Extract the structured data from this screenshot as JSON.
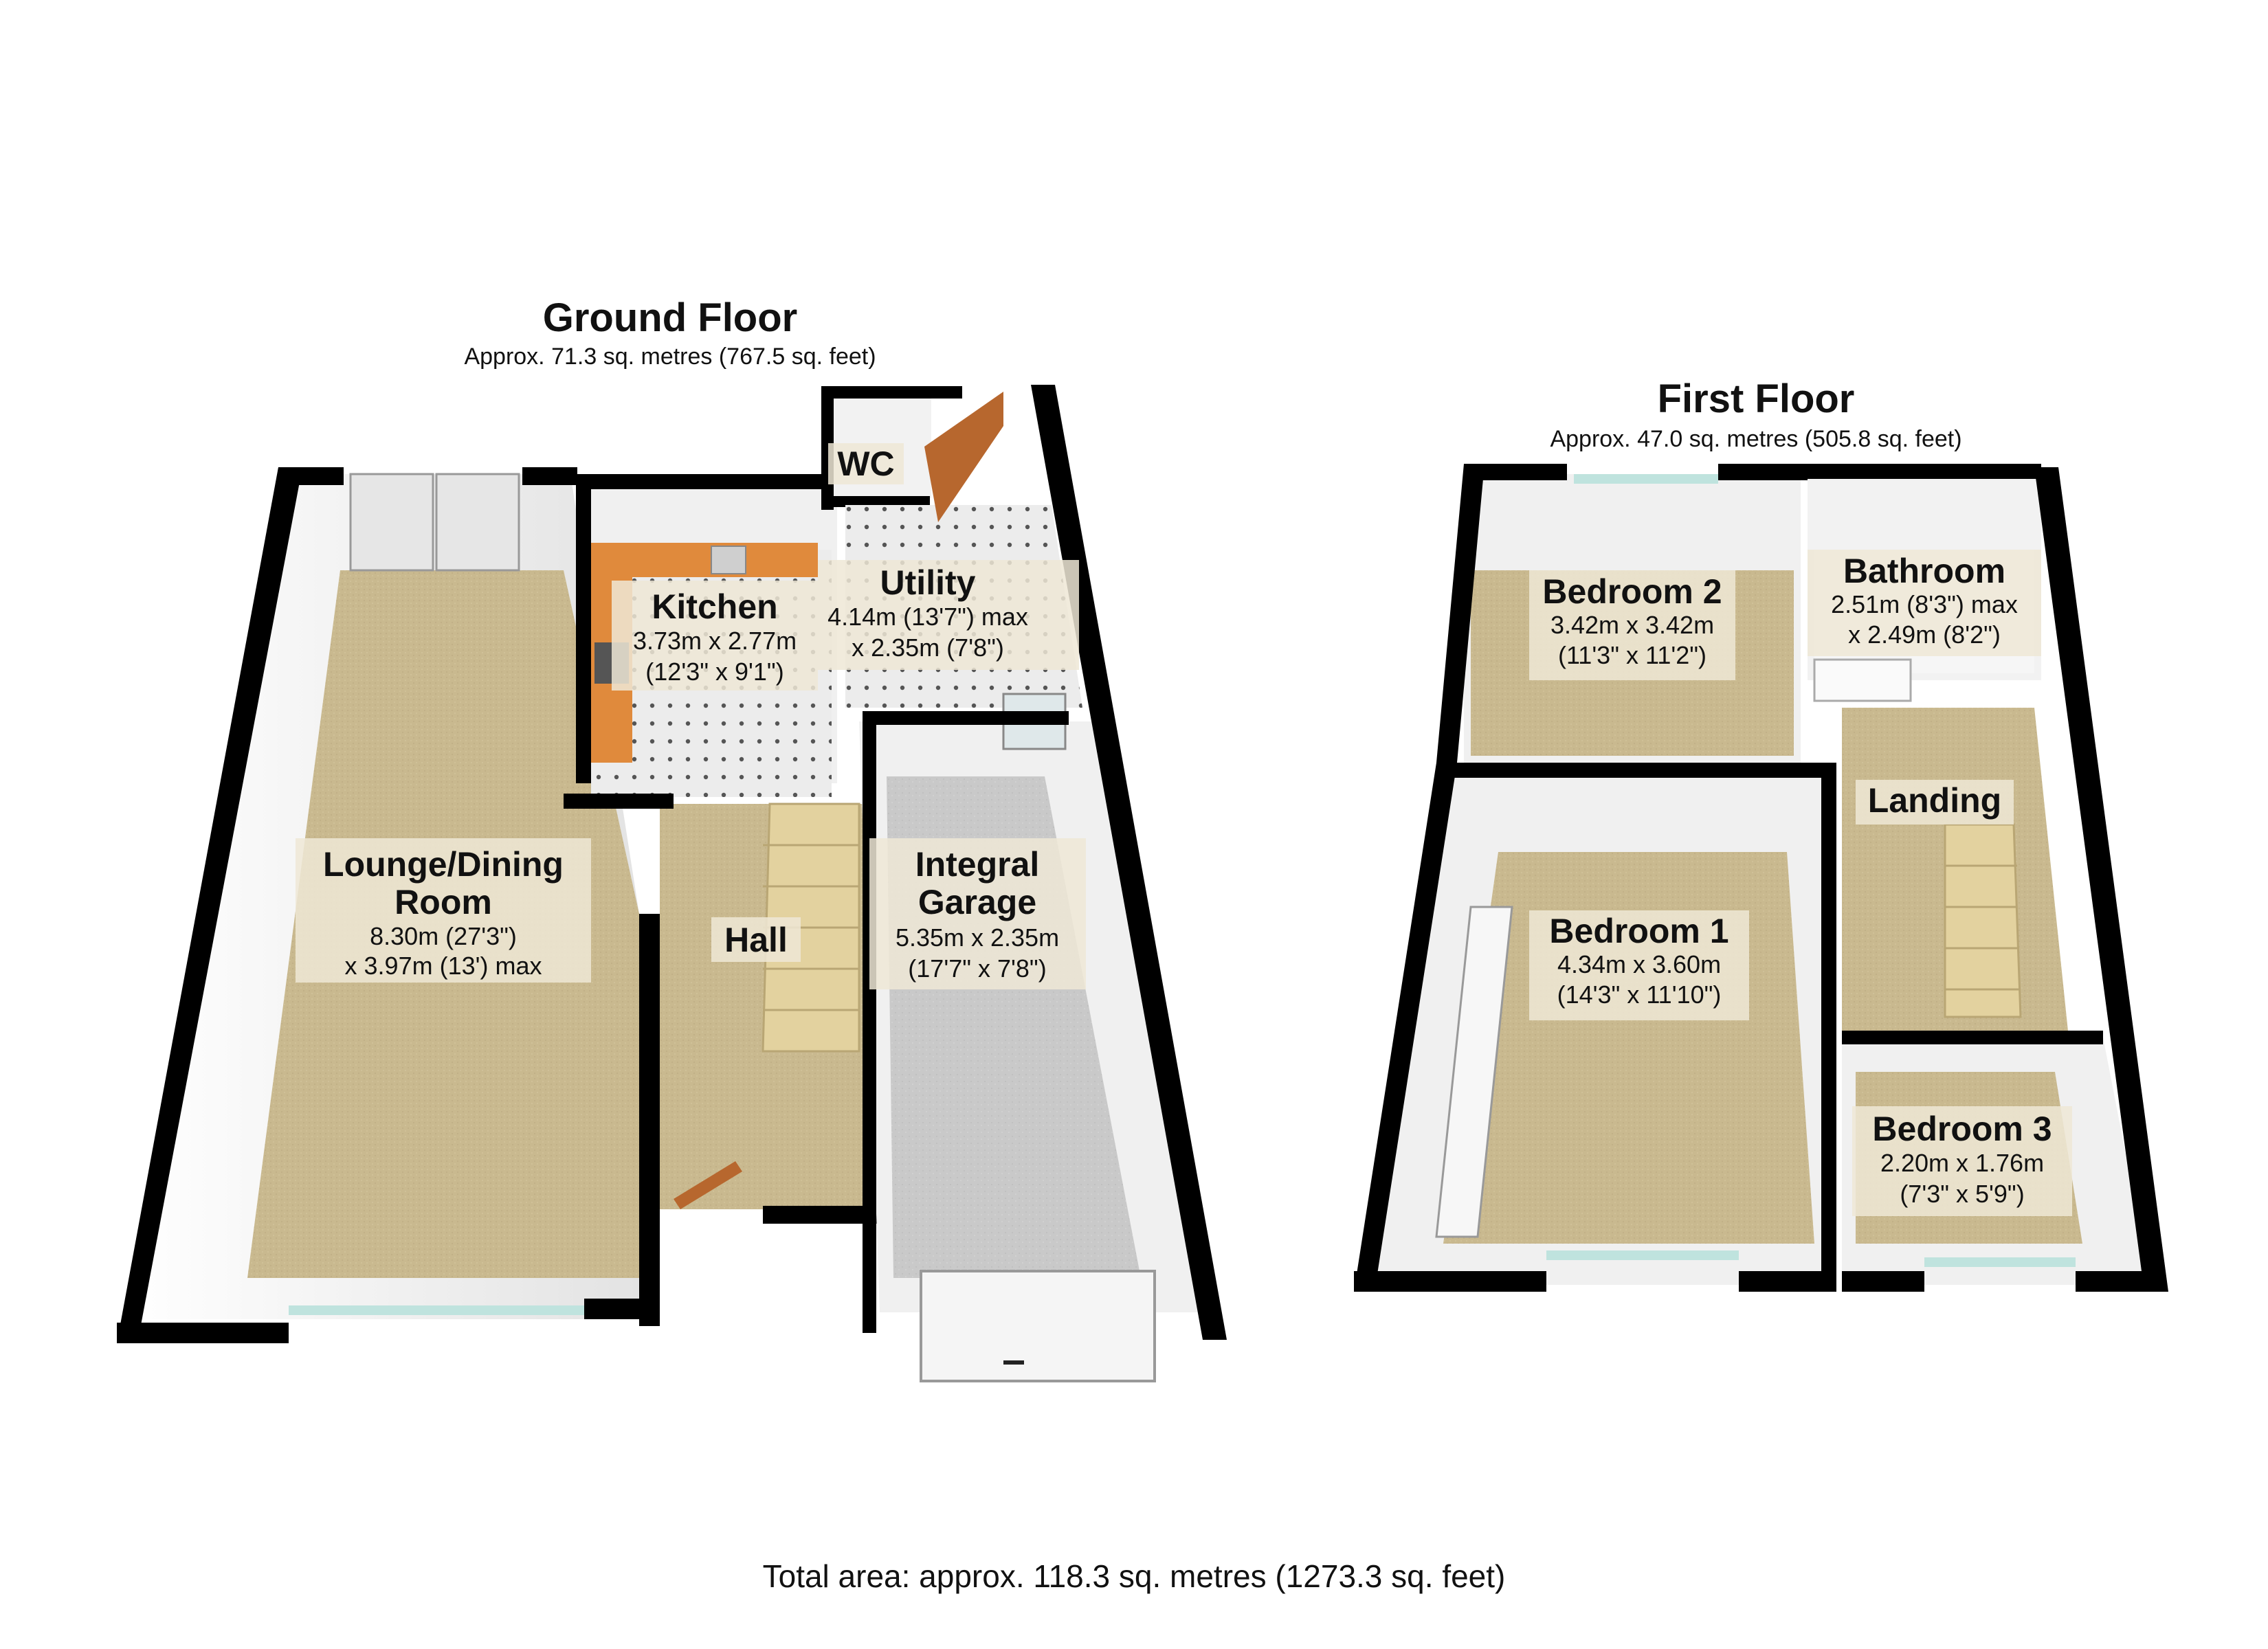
{
  "ground_floor": {
    "title": "Ground Floor",
    "area": "Approx. 71.3 sq. metres (767.5 sq. feet)",
    "rooms": {
      "lounge": {
        "name_line1": "Lounge/Dining",
        "name_line2": "Room",
        "dim1": "8.30m (27'3\")",
        "dim2": "x 3.97m (13') max"
      },
      "kitchen": {
        "name": "Kitchen",
        "dim1": "3.73m x 2.77m",
        "dim2": "(12'3\" x 9'1\")"
      },
      "wc": {
        "name": "WC"
      },
      "utility": {
        "name": "Utility",
        "dim1": "4.14m (13'7\") max",
        "dim2": "x 2.35m (7'8\")"
      },
      "hall": {
        "name": "Hall"
      },
      "garage": {
        "name_line1": "Integral",
        "name_line2": "Garage",
        "dim1": "5.35m x 2.35m",
        "dim2": "(17'7\" x 7'8\")"
      }
    }
  },
  "first_floor": {
    "title": "First Floor",
    "area": "Approx. 47.0 sq. metres (505.8 sq. feet)",
    "rooms": {
      "bedroom2": {
        "name": "Bedroom 2",
        "dim1": "3.42m x 3.42m",
        "dim2": "(11'3\" x 11'2\")"
      },
      "bathroom": {
        "name": "Bathroom",
        "dim1": "2.51m (8'3\") max",
        "dim2": "x 2.49m (8'2\")"
      },
      "landing": {
        "name": "Landing"
      },
      "bedroom1": {
        "name": "Bedroom 1",
        "dim1": "4.34m x 3.60m",
        "dim2": "(14'3\" x 11'10\")"
      },
      "bedroom3": {
        "name": "Bedroom 3",
        "dim1": "2.20m x 1.76m",
        "dim2": "(7'3\" x 5'9\")"
      }
    }
  },
  "total_area": "Total area: approx. 118.3 sq. metres (1273.3 sq. feet)",
  "colors": {
    "wall": "#000000",
    "wall_face": "#f2f2f2",
    "carpet": "#c9b98f",
    "tile": "#e9e9e9",
    "garage_floor": "#c8c8c8",
    "worktop": "#e08a3c",
    "window": "#bfe3de"
  }
}
